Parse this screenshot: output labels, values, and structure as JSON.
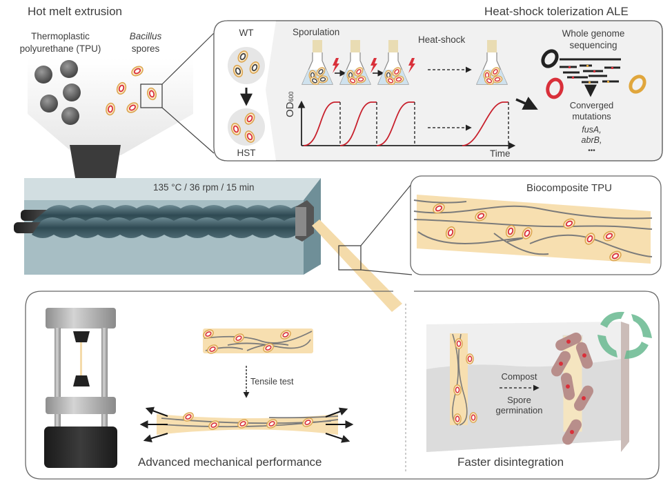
{
  "hot_melt": {
    "title": "Hot melt extrusion",
    "tpu_label_line1": "Thermoplastic",
    "tpu_label_line2": "polyurethane (TPU)",
    "spores_label_line1": "Bacillus",
    "spores_label_line2": "spores",
    "conditions": "135 °C / 36 rpm / 15 min"
  },
  "ale": {
    "title": "Heat-shock tolerization ALE",
    "wt_label": "WT",
    "hst_label": "HST",
    "sporulation_label": "Sporulation",
    "heat_shock_label": "Heat-shock",
    "od_label": "OD",
    "od_subscript": "600",
    "time_label": "Time",
    "wgs_line1": "Whole genome",
    "wgs_line2": "sequencing",
    "converged_line1": "Converged",
    "converged_line2": "mutations",
    "genes": [
      "fusA,",
      "abrB,",
      "•••"
    ]
  },
  "biocomposite": {
    "title": "Biocomposite TPU"
  },
  "mechanical": {
    "tensile_label": "Tensile test",
    "caption": "Advanced mechanical performance"
  },
  "disintegration": {
    "compost_label": "Compost",
    "germination_line1": "Spore",
    "germination_line2": "germination",
    "caption": "Faster disintegration"
  },
  "colors": {
    "spore_outer": "#e0a64a",
    "spore_inner": "#d9303a",
    "tpu_matrix": "#f7dfb0",
    "extruder": "#a9c0c6",
    "screw": "#3e5c66",
    "recycle": "#5fb389",
    "growth_curve": "#c8202c"
  }
}
